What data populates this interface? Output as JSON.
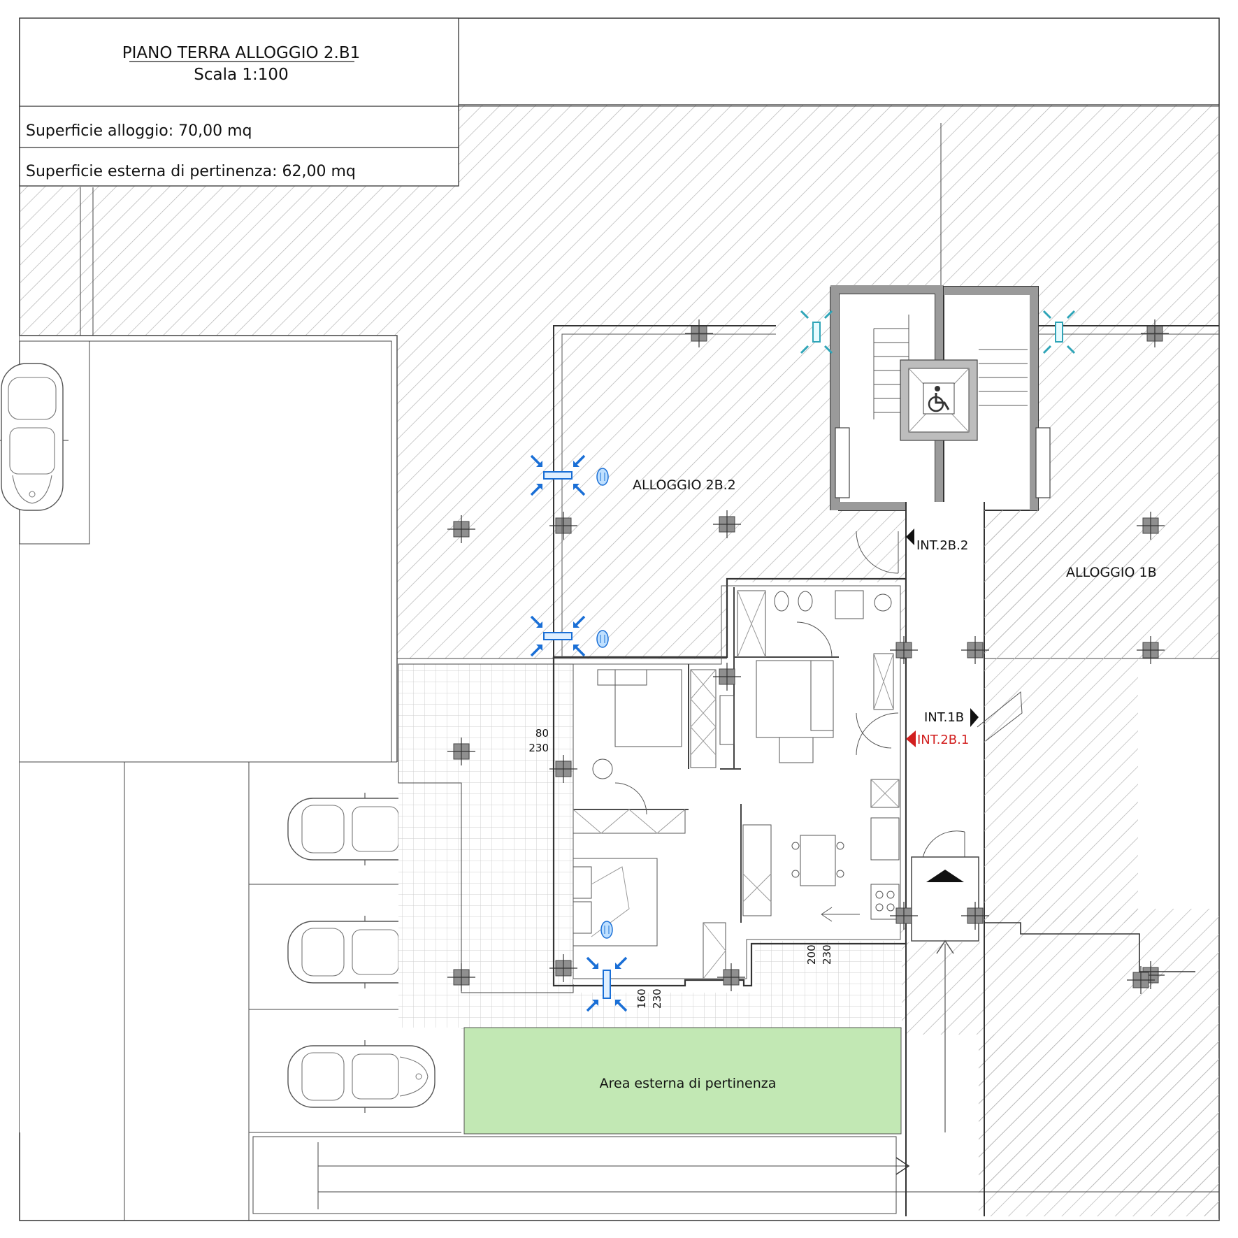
{
  "title_block": {
    "title": "PIANO TERRA ALLOGGIO 2.B1",
    "scale": "Scala 1:100",
    "surface_label": "Superficie alloggio: 70,00 mq",
    "external_label": "Superficie esterna di pertinenza: 62,00 mq"
  },
  "units": {
    "alloggio_2b2": "ALLOGGIO 2B.2",
    "alloggio_1b": "ALLOGGIO 1B"
  },
  "entrances": {
    "int_2b2": "INT.2B.2",
    "int_1b": "INT.1B",
    "int_2b1": "INT.2B.1"
  },
  "area_label": "Area esterna di pertinenza",
  "dimensions": {
    "left_window_top": "80",
    "left_window_bottom": "230",
    "bottom_window_a": "160",
    "bottom_window_b": "230",
    "door_a": "200",
    "door_b": "230"
  },
  "colors": {
    "line": "#3a3a3a",
    "hatch": "#b8b8b8",
    "wall_fill": "#9a9a9a",
    "garden": "#c2e8b4",
    "red_marker": "#d21f1f",
    "vent_blue": "#1a6fd6",
    "vent_cyan": "#2fa5b8"
  },
  "icons": {
    "lift": "wheelchair-icon",
    "entry_arrow": "triangle-icon"
  }
}
